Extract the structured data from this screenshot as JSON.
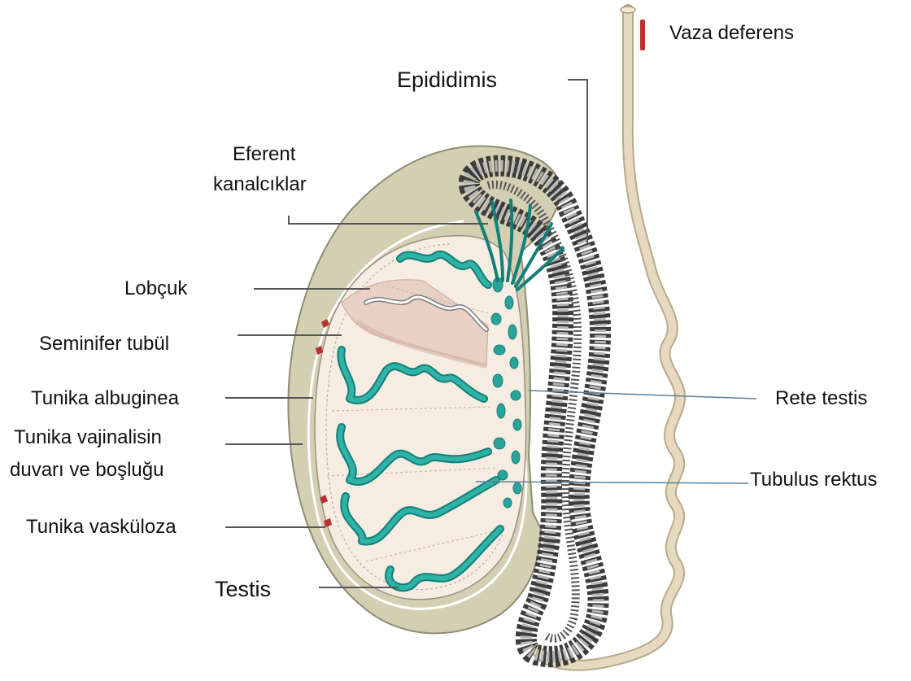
{
  "labels": {
    "vas_deferens": "Vaza deferens",
    "epididymis": "Epididimis",
    "efferent_1": "Eferent",
    "efferent_2": "kanalcıklar",
    "lobule": "Lobçuk",
    "seminiferous": "Seminifer tubül",
    "albuginea": "Tunika albuginea",
    "vaginalis_1": "Tunika vajinalisin",
    "vaginalis_2": "duvarı ve boşluğu",
    "vasculosa": "Tunika vasküloza",
    "testis": "Testis",
    "rete": "Rete testis",
    "rectus": "Tubulus rektus"
  },
  "colors": {
    "background": "#ffffff",
    "tunica_vaginalis": "#d2cfb3",
    "testis_body": "#f6ece2",
    "seminiferous": "#2aa39a",
    "epididymis": "#6f6f6f",
    "duct": "#e6d9bf",
    "vessel_red": "#b5322e",
    "leader_gray": "#555555",
    "leader_blue": "#5d7f97"
  }
}
